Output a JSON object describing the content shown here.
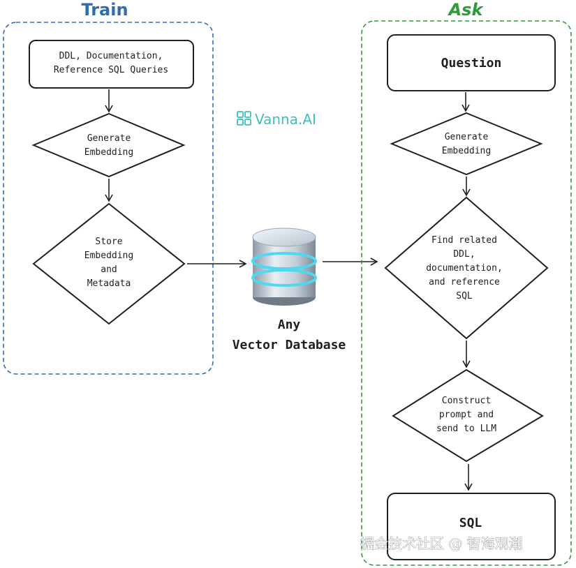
{
  "train": {
    "title": "Train",
    "box_color": "#2f6db3",
    "step1": [
      "DDL, Documentation,",
      "Reference SQL Queries"
    ],
    "step2": [
      "Generate",
      "Embedding"
    ],
    "step3": [
      "Store",
      "Embedding",
      "and",
      "Metadata"
    ]
  },
  "brand": {
    "name": "Vanna.AI",
    "icon": "grid-logo-icon",
    "color": "#3bbfbf"
  },
  "database": {
    "label": [
      "Any",
      "Vector Database"
    ],
    "icon": "database-cylinder-icon"
  },
  "ask": {
    "title": "Ask",
    "box_color": "#2f9a3a",
    "step1": [
      "Question"
    ],
    "step2": [
      "Generate",
      "Embedding"
    ],
    "step3": [
      "Find related",
      "DDL,",
      "documentation,",
      "and reference",
      "SQL"
    ],
    "step4": [
      "Construct",
      "prompt and",
      "send to LLM"
    ],
    "step5": [
      "SQL"
    ]
  },
  "watermark": "掘金技术社区 @ 智海观潮"
}
